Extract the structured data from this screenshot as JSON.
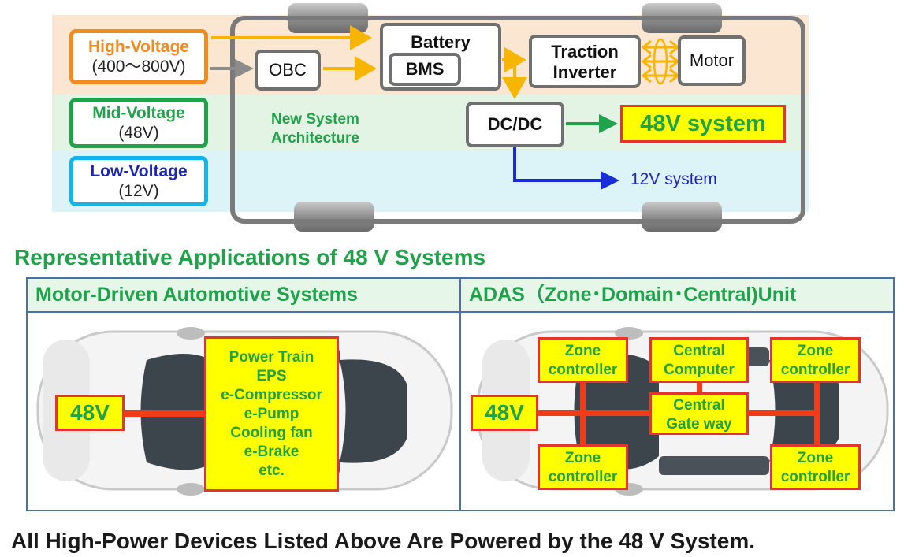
{
  "voltage_levels": {
    "high": {
      "title": "High-Voltage",
      "range": "(400〜800V)"
    },
    "mid": {
      "title": "Mid-Voltage",
      "range": "(48V)"
    },
    "low": {
      "title": "Low-Voltage",
      "range": "(12V)"
    }
  },
  "architecture": {
    "battery": "Battery",
    "bms": "BMS",
    "obc": "OBC",
    "traction_inverter_line1": "Traction",
    "traction_inverter_line2": "Inverter",
    "motor": "Motor",
    "dcdc": "DC/DC",
    "new_system_line1": "New System",
    "new_system_line2": "Architecture",
    "system_48v": "48V system",
    "system_12v": "12V system"
  },
  "applications": {
    "title": "Representative Applications of 48 V Systems",
    "motor_panel": {
      "header": "Motor-Driven Automotive Systems",
      "source_label": "48V",
      "devices": [
        "Power Train",
        "EPS",
        "e-Compressor",
        "e-Pump",
        "Cooling fan",
        "e-Brake",
        "etc."
      ]
    },
    "adas_panel": {
      "header": "ADAS（Zone･Domain･Central)Unit",
      "source_label": "48V",
      "zone_controller_line1": "Zone",
      "zone_controller_line2": "controller",
      "central_computer_line1": "Central",
      "central_computer_line2": "Computer",
      "central_gateway_line1": "Central",
      "central_gateway_line2": "Gate way"
    }
  },
  "footer": "All High-Power Devices Listed Above Are Powered by the 48 V System.",
  "colors": {
    "high_voltage": "#f28b1d",
    "mid_voltage": "#1fa24a",
    "low_voltage": "#1c25b4",
    "highlight_fill": "#ffff00",
    "highlight_border": "#e3342f",
    "arrow_hv": "#f7b500"
  }
}
